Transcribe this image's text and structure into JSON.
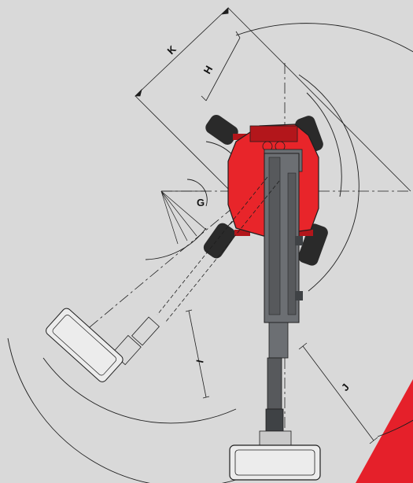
{
  "diagram": {
    "labels": {
      "k": "K",
      "h": "H",
      "g": "G",
      "i": "I",
      "j": "J"
    }
  },
  "colors": {
    "background": "#d9d9d9",
    "chassis_red": "#e8252a",
    "chassis_dark_red": "#b3161b",
    "boom_gray": "#6c6f73",
    "boom_dark": "#3f4245",
    "tire": "#2a2a2a",
    "platform_fill": "#ececec",
    "outline": "#1e1e1e",
    "accent_corner": "#e5202a"
  }
}
